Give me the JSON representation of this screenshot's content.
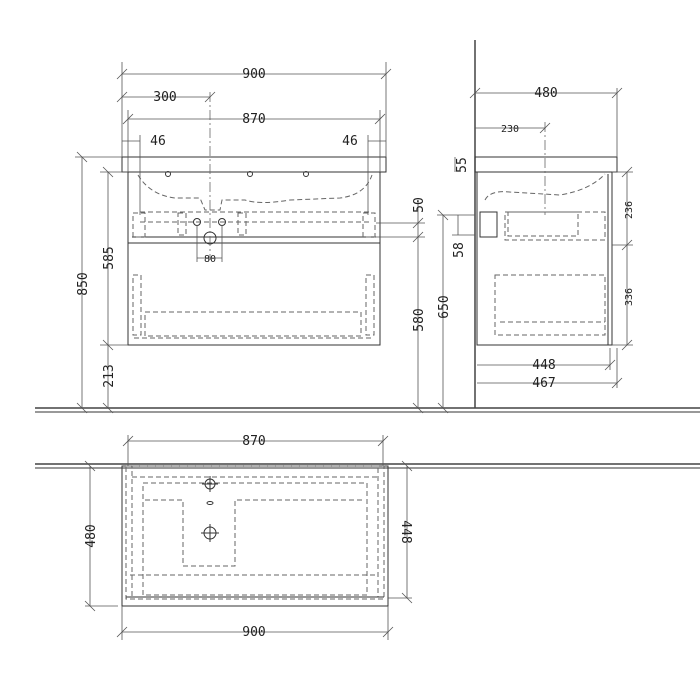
{
  "front_view": {
    "overall_width": "900",
    "basin_offset": "300",
    "cabinet_width": "870",
    "side_offset_left": "46",
    "side_offset_right": "46",
    "total_height": "850",
    "cabinet_height": "585",
    "floor_clearance": "213",
    "drain_spacing": "80",
    "drain_height_gap": "50",
    "drain_height_low": "580",
    "drain_height_high": "650"
  },
  "side_view": {
    "overall_depth": "480",
    "basin_center": "230",
    "top_thickness": "55",
    "siphon_height": "58",
    "upper_drawer": "236",
    "lower_drawer": "336",
    "cabinet_depth": "448",
    "cabinet_depth_front": "467"
  },
  "top_view": {
    "cabinet_width": "870",
    "overall_width": "900",
    "overall_depth": "480",
    "cabinet_depth": "448"
  }
}
